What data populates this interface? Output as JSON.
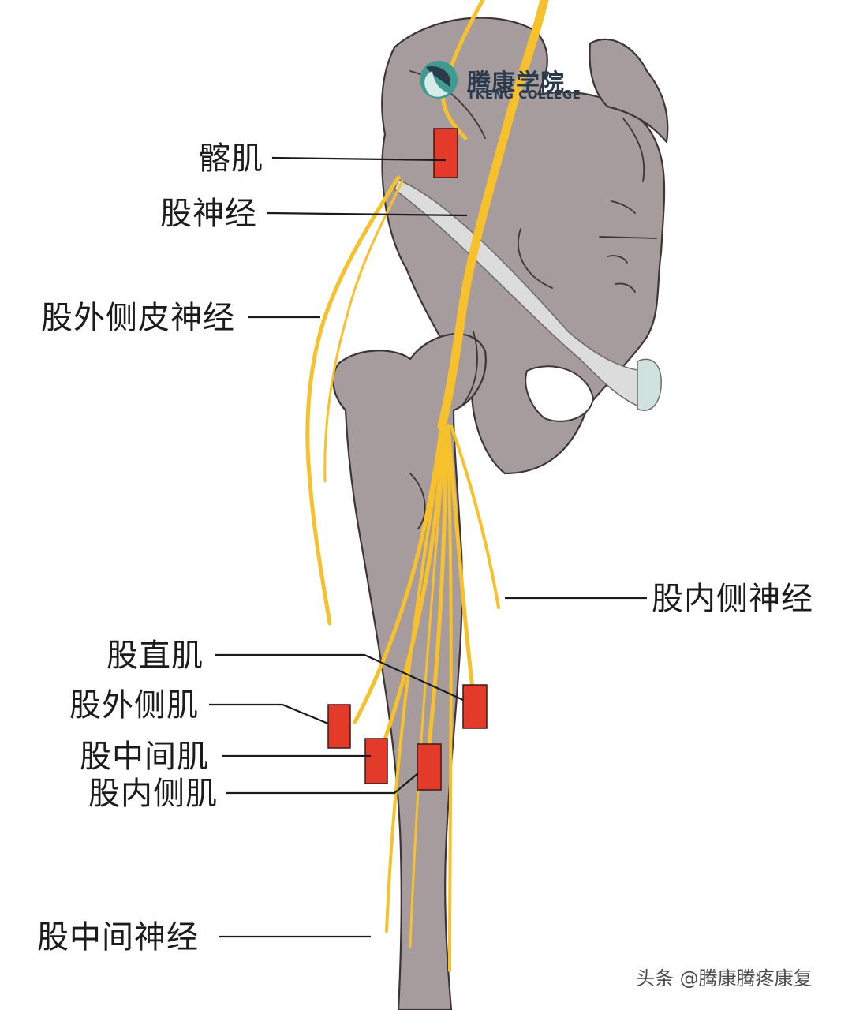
{
  "labels": {
    "iliacus": "髂肌",
    "femoral_nerve": "股神经",
    "lateral_femoral_cutaneous_nerve": "股外侧皮神经",
    "medial_femoral_nerve": "股内侧神经",
    "rectus_femoris": "股直肌",
    "vastus_lateralis": "股外侧肌",
    "vastus_intermedius": "股中间肌",
    "vastus_medialis": "股内侧肌",
    "intermediate_femoral_nerve": "股中间神经"
  },
  "logo": {
    "name_cn": "腾康学院",
    "name_en": "TKENG COLLEGE"
  },
  "watermark": "头条 @腾康腾疼康复",
  "colors": {
    "bone": "#a69c9e",
    "nerve": "#f6c12c",
    "muscle_marker": "#e43a2a",
    "ligament": "#dcdcdc",
    "label_line": "#1b1b1b"
  }
}
